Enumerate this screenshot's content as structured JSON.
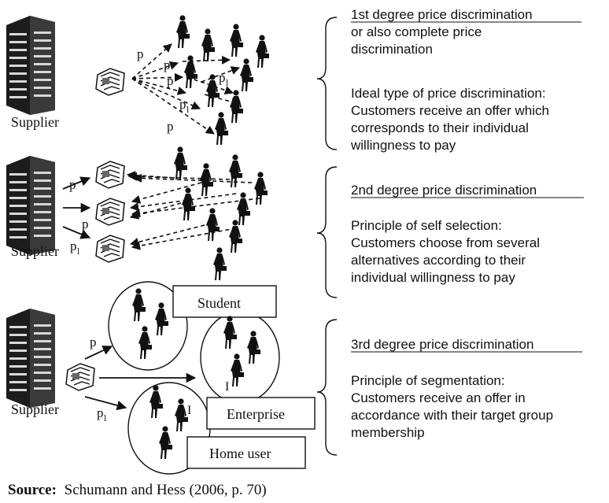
{
  "sections": [
    {
      "heading": "1st degree price discrimination",
      "lines": [
        "or also complete price",
        "discrimination",
        "",
        "Ideal type of price discrimination:",
        "Customers receive an offer which",
        "corresponds to their individual",
        "willingness to pay"
      ]
    },
    {
      "heading": "2nd degree price discrimination",
      "lines": [
        "",
        "Principle of self selection:",
        "Customers choose from several",
        "alternatives according to their",
        "individual willingness to pay"
      ]
    },
    {
      "heading": "3rd degree price discrimination",
      "lines": [
        "",
        "Principle of segmentation:",
        "Customers receive an offer in",
        "accordance with their target group",
        "membership"
      ]
    }
  ],
  "supplier_label": "Supplier",
  "price_labels": {
    "p": "p",
    "pl": "p",
    "pl_sub": "l"
  },
  "groups": {
    "student": "Student",
    "enterprise": "Enterprise",
    "home_user": "Home user"
  },
  "marker": "I",
  "source": {
    "label": "Source:",
    "text": "Schumann and Hess (2006, p. 70)"
  }
}
